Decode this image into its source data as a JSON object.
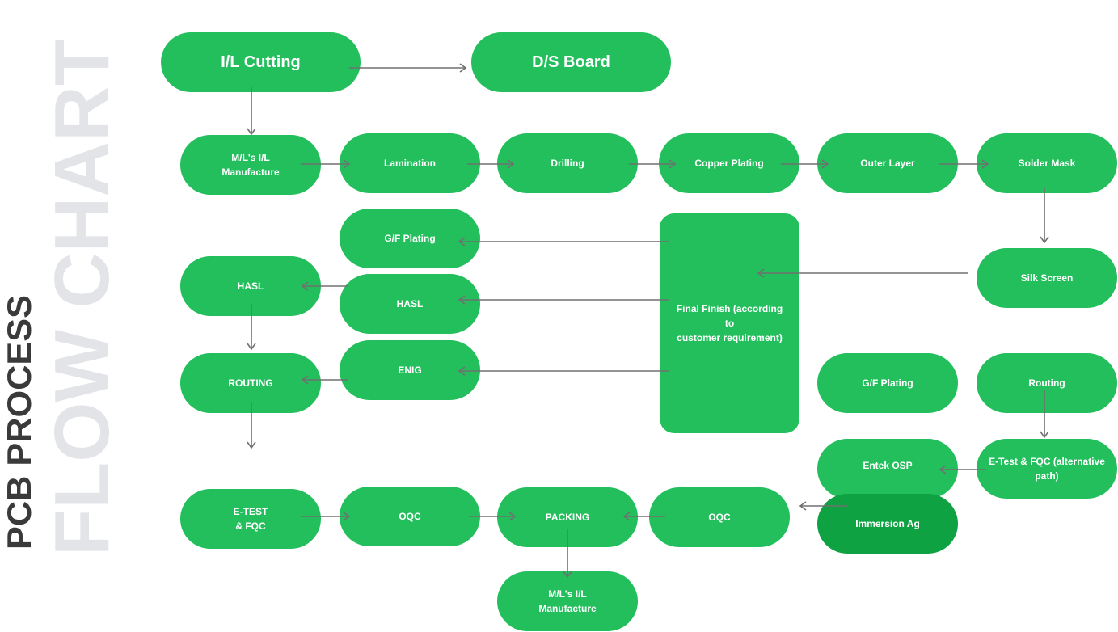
{
  "title": {
    "line1": "PCB PROCESS",
    "line2": "FLOW CHART"
  },
  "colors": {
    "node": "#22bf5c",
    "node_dark": "#0fa243",
    "arrow": "#707070",
    "title_dark": "#3a3a3a",
    "title_grad_top": "#e2e4e8",
    "title_grad_bottom": "#5b6d91"
  },
  "nodes": {
    "il_cutting": "I/L Cutting",
    "ds_board": "D/S Board",
    "ml_il_manufacture": "M/L's I/L\nManufacture",
    "lamination": "Lamination",
    "drilling": "Drilling",
    "copper_plating": "Copper Plating",
    "outer_layer": "Outer Layer",
    "solder_mask": "Solder Mask",
    "silk_screen": "Silk Screen",
    "final_finish": "Final Finish (according to\ncustomer requirement)",
    "gf_plating_left": "G/F Plating",
    "hasl_mid": "HASL",
    "enig": "ENIG",
    "hasl_left": "HASL",
    "routing_left": "ROUTING",
    "etest_fqc": "E-TEST\n& FQC",
    "oqc_left": "OQC",
    "packing": "PACKING",
    "oqc_right": "OQC",
    "ml_il_manufacture_bottom": "M/L's I/L\nManufacture",
    "gf_plating_right": "G/F Plating",
    "routing_right": "Routing",
    "entek_osp": "Entek OSP",
    "etest_fqc_alt": "E-Test & FQC (alternative\npath)",
    "immersion_ag": "Immersion Ag"
  },
  "edges": [
    {
      "from": "il_cutting",
      "to": "ds_board"
    },
    {
      "from": "il_cutting",
      "to": "ml_il_manufacture"
    },
    {
      "from": "ml_il_manufacture",
      "to": "lamination"
    },
    {
      "from": "lamination",
      "to": "drilling"
    },
    {
      "from": "drilling",
      "to": "copper_plating"
    },
    {
      "from": "copper_plating",
      "to": "outer_layer"
    },
    {
      "from": "outer_layer",
      "to": "solder_mask"
    },
    {
      "from": "solder_mask",
      "to": "silk_screen"
    },
    {
      "from": "silk_screen",
      "to": "final_finish"
    },
    {
      "from": "final_finish",
      "to": "gf_plating_left"
    },
    {
      "from": "final_finish",
      "to": "hasl_mid"
    },
    {
      "from": "final_finish",
      "to": "enig"
    },
    {
      "from": "hasl_mid",
      "to": "hasl_left"
    },
    {
      "from": "enig",
      "to": "routing_left"
    },
    {
      "from": "hasl_left",
      "to": "routing_left"
    },
    {
      "from": "routing_left",
      "to": "etest_fqc"
    },
    {
      "from": "etest_fqc",
      "to": "oqc_left"
    },
    {
      "from": "oqc_left",
      "to": "packing"
    },
    {
      "from": "oqc_right",
      "to": "packing"
    },
    {
      "from": "packing",
      "to": "ml_il_manufacture_bottom"
    },
    {
      "from": "routing_right",
      "to": "etest_fqc_alt"
    },
    {
      "from": "etest_fqc_alt",
      "to": "entek_osp"
    },
    {
      "from": "immersion_ag",
      "to": "oqc_right"
    }
  ]
}
